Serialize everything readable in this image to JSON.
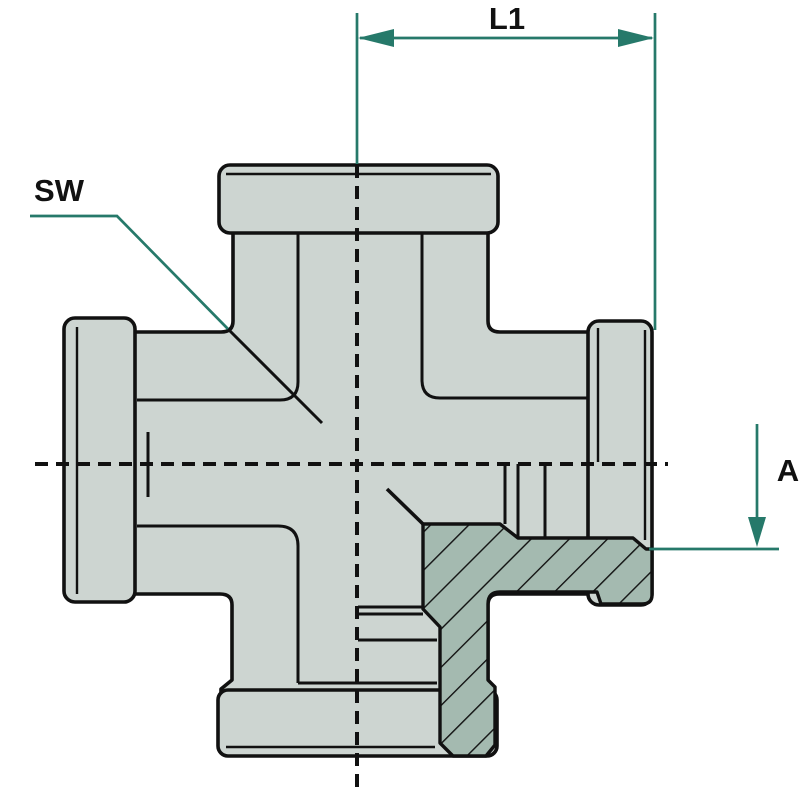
{
  "labels": {
    "l1": "L1",
    "sw": "SW",
    "a": "A"
  },
  "colors": {
    "dimension_teal": "#26796a",
    "outline_black": "#111111",
    "body_fill": "#cdd5d1",
    "section_fill": "#a4bab0",
    "background": "#ffffff"
  }
}
